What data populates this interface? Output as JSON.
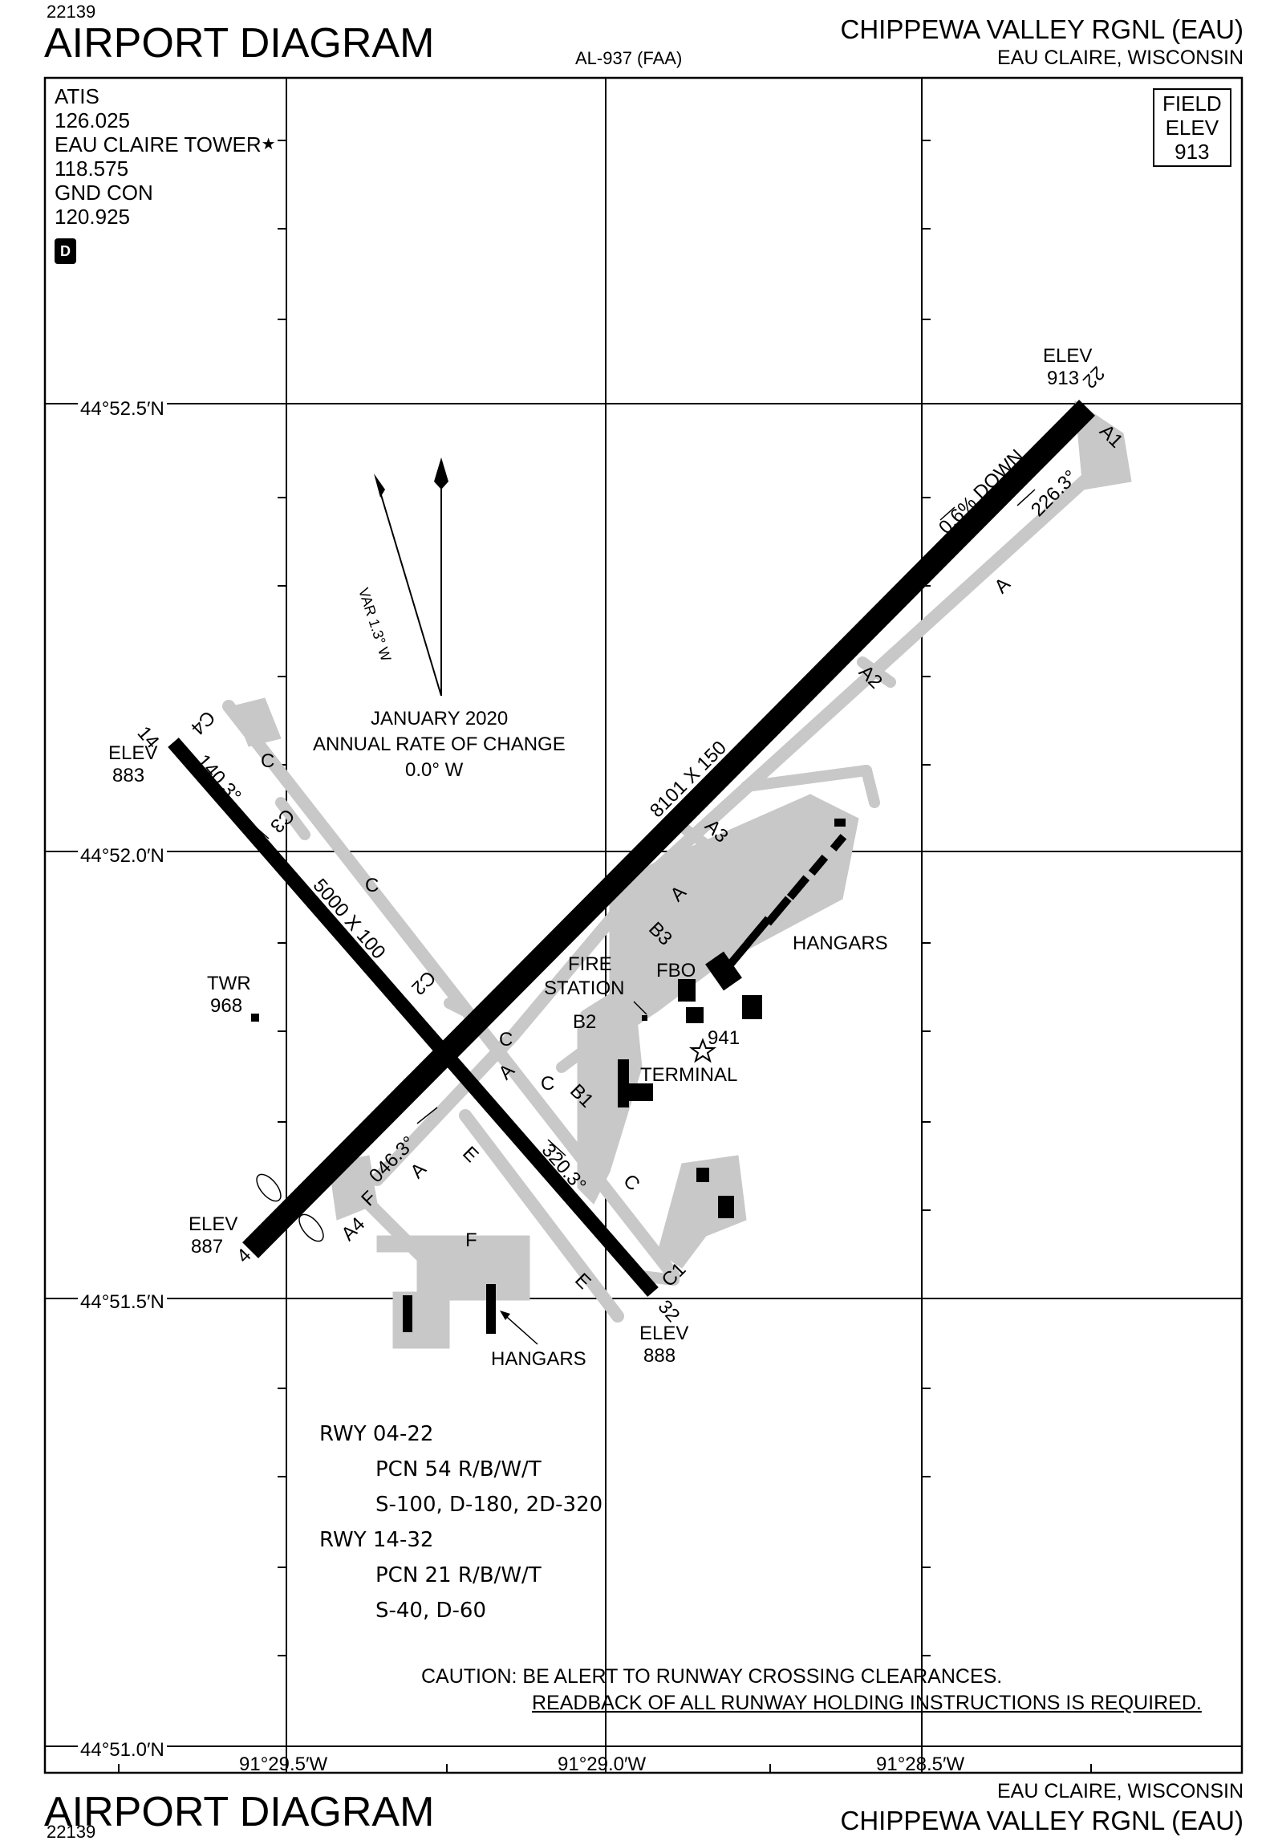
{
  "header": {
    "doc_number": "22139",
    "title": "AIRPORT DIAGRAM",
    "procedure_id": "AL-937 (FAA)",
    "airport_name": "CHIPPEWA VALLEY RGNL (EAU)",
    "location": "EAU CLAIRE, WISCONSIN"
  },
  "footer": {
    "doc_number": "22139",
    "title": "AIRPORT DIAGRAM",
    "airport_name": "CHIPPEWA VALLEY RGNL (EAU)",
    "location": "EAU CLAIRE, WISCONSIN"
  },
  "frequencies": {
    "atis_label": "ATIS",
    "atis_freq": "126.025",
    "tower_label": "EAU CLAIRE TOWER",
    "tower_star": "★",
    "tower_freq": "118.575",
    "gnd_label": "GND CON",
    "gnd_freq": "120.925",
    "d_badge": "D"
  },
  "field_elev": {
    "line1": "FIELD",
    "line2": "ELEV",
    "value": "913"
  },
  "latitudes": [
    "44°52.5′N",
    "44°52.0′N",
    "44°51.5′N",
    "44°51.0′N"
  ],
  "longitudes": [
    "91°29.5′W",
    "91°29.0′W",
    "91°28.5′W"
  ],
  "magnetic": {
    "var": "VAR 1.3° W",
    "date": "JANUARY 2020",
    "rate_label": "ANNUAL RATE OF CHANGE",
    "rate": "0.0° W"
  },
  "runways": {
    "r04_22": {
      "dims": "8101 X 150",
      "end_4": "4",
      "end_22": "22",
      "hdg_4": "046.3°",
      "hdg_22": "226.3°",
      "slope": "0.6% DOWN",
      "elev_4_label": "ELEV",
      "elev_4": "887",
      "elev_22_label": "ELEV",
      "elev_22": "913"
    },
    "r14_32": {
      "dims": "5000 X 100",
      "end_14": "14",
      "end_32": "32",
      "hdg_14": "140.3°",
      "hdg_32": "320.3°",
      "elev_14_label": "ELEV",
      "elev_14": "883",
      "elev_32_label": "ELEV",
      "elev_32": "888"
    }
  },
  "taxiways": [
    "A",
    "A1",
    "A2",
    "A3",
    "A4",
    "B1",
    "B2",
    "B3",
    "C",
    "C1",
    "C2",
    "C3",
    "C4",
    "E",
    "F"
  ],
  "labels": {
    "twr": "TWR",
    "twr_elev": "968",
    "fire_station": "FIRE STATION",
    "fire": "FIRE",
    "station": "STATION",
    "fbo": "FBO",
    "terminal": "TERMINAL",
    "hangars": "HANGARS",
    "beacon_elev": "941"
  },
  "pcn": {
    "rwy1": "RWY 04-22",
    "rwy1_pcn": "PCN 54 R/B/W/T",
    "rwy1_wt": "S-100, D-180, 2D-320",
    "rwy2": "RWY 14-32",
    "rwy2_pcn": "PCN 21 R/B/W/T",
    "rwy2_wt": "S-40, D-60"
  },
  "caution": {
    "line1": "CAUTION: BE ALERT TO RUNWAY CROSSING CLEARANCES.",
    "line2": "READBACK OF ALL RUNWAY HOLDING INSTRUCTIONS IS REQUIRED."
  }
}
